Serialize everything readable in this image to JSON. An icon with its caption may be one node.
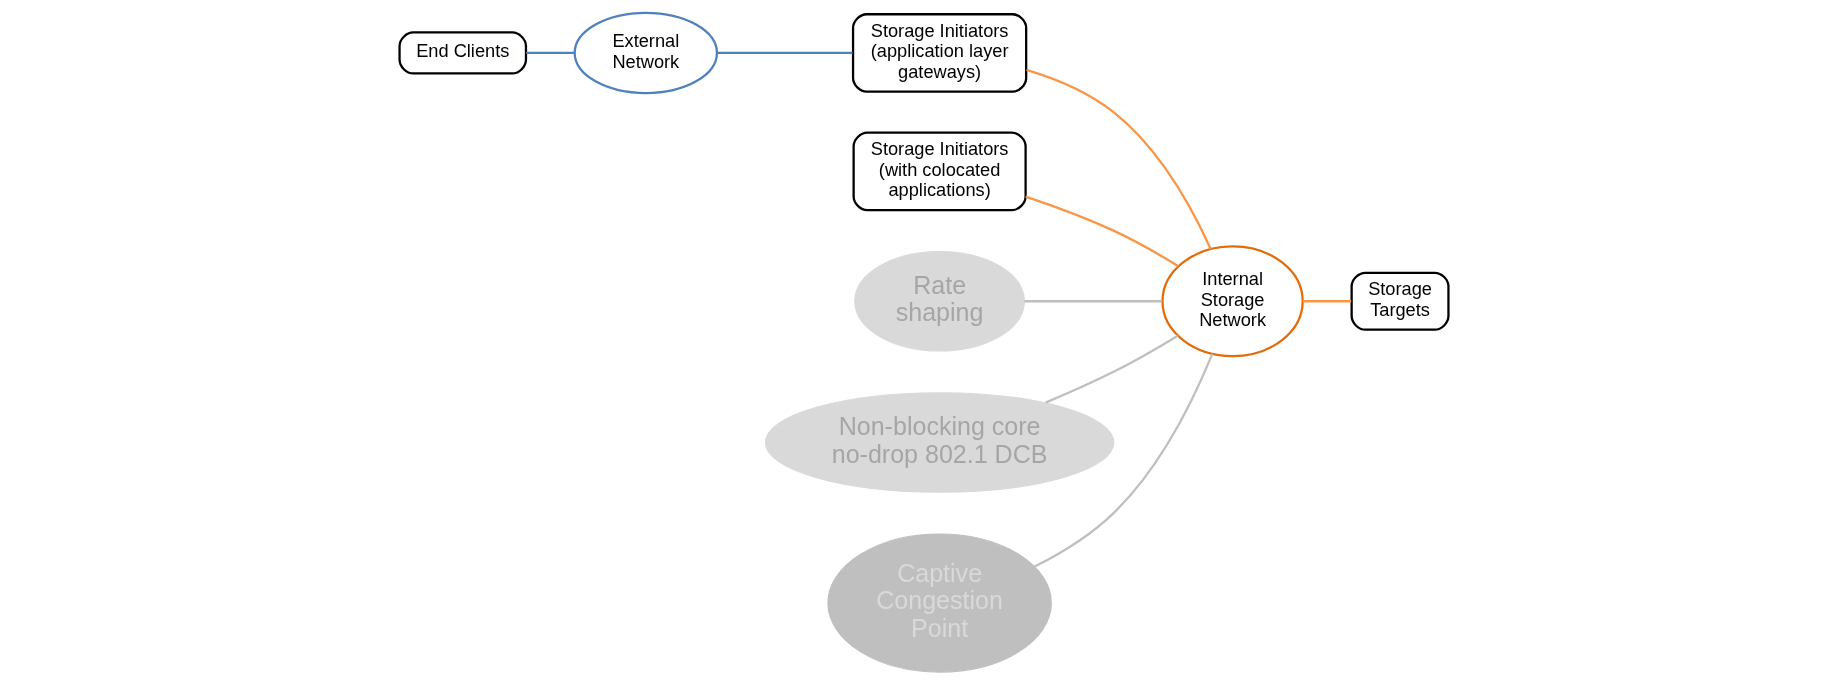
{
  "diagram": {
    "nodes": [
      {
        "text": [
          "End Clients"
        ]
      },
      {
        "text": [
          "External Network"
        ]
      },
      {
        "text": [
          "Storage Initiators (application layer gateways)"
        ]
      },
      {
        "text": [
          "Storage Initiators (with colocated applications)"
        ]
      },
      {
        "text": [
          "Internal Storage Network"
        ]
      },
      {
        "text": [
          "Storage Targets"
        ]
      },
      {
        "text": [
          "Rate shaping"
        ]
      },
      {
        "text": [
          "Non-blocking core no-drop 802.1 DCB"
        ]
      },
      {
        "text": [
          "Captive Congestion Point"
        ]
      }
    ],
    "edges": [
      {
        "from": 0,
        "to": 1,
        "arrow": "none",
        "color": "#4f81bd"
      },
      {
        "from": 1,
        "to": 2,
        "arrow": "none",
        "color": "#4f81bd"
      },
      {
        "from": 2,
        "to": 4,
        "arrow": "none",
        "color": "#f79646"
      },
      {
        "from": 3,
        "to": 4,
        "arrow": "none",
        "color": "#f79646"
      },
      {
        "from": 4,
        "to": 5,
        "arrow": "none",
        "color": "#f79646"
      },
      {
        "from": 6,
        "to": 4,
        "arrow": "none",
        "color": "#bfbfbf"
      },
      {
        "from": 7,
        "to": 4,
        "arrow": "none",
        "color": "#bfbfbf"
      },
      {
        "from": 8,
        "to": 4,
        "arrow": "none",
        "color": "#bfbfbf"
      }
    ]
  }
}
